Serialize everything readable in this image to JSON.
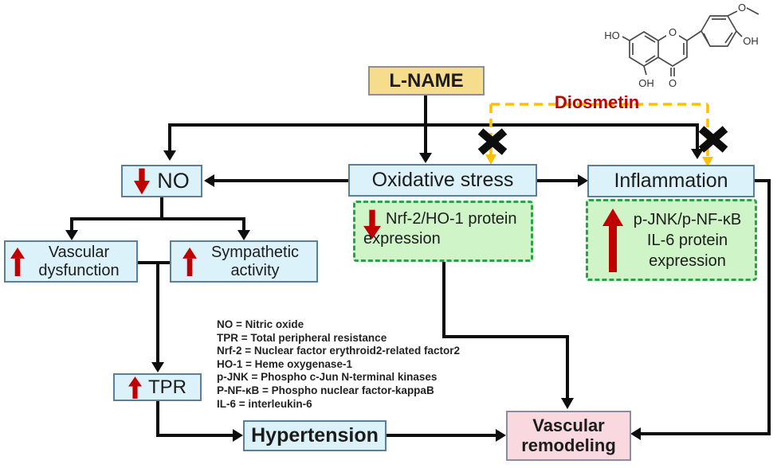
{
  "nodes": {
    "l_name": {
      "label": "L-NAME"
    },
    "diosmetin": {
      "label": "Diosmetin"
    },
    "no": {
      "label": "NO",
      "direction": "down"
    },
    "oxidative_stress": {
      "label": "Oxidative stress"
    },
    "inflammation": {
      "label": "Inflammation"
    },
    "nrf2": {
      "line1": "Nrf-2/HO-1 protein",
      "line2": "expression",
      "direction": "down"
    },
    "pjnk": {
      "line1": "p-JNK/p-NF-κB",
      "line2": "IL-6 protein",
      "line3": "expression",
      "direction": "up"
    },
    "vascular_dysfunction": {
      "line1": "Vascular",
      "line2": "dysfunction",
      "direction": "up"
    },
    "sympathetic_activity": {
      "line1": "Sympathetic",
      "line2": "activity",
      "direction": "up"
    },
    "tpr": {
      "label": "TPR",
      "direction": "up"
    },
    "hypertension": {
      "label": "Hypertension"
    },
    "vascular_remodeling": {
      "line1": "Vascular",
      "line2": "remodeling"
    }
  },
  "legend": {
    "lines": [
      "NO = Nitric oxide",
      "TPR = Total peripheral resistance",
      "Nrf-2 = Nuclear factor erythroid2-related factor2",
      "HO-1 = Heme oxygenase-1",
      "p-JNK = Phospho c-Jun N-terminal kinases",
      "P-NF-κB = Phospho nuclear factor-kappaB",
      "IL-6 = interleukin-6"
    ]
  },
  "structure": {
    "labels": {
      "ho": "HO",
      "ring_o": "O",
      "oh_c5": "OH",
      "carbonyl_o": "O",
      "methoxy_o": "O",
      "oh_b": "OH"
    }
  },
  "colors": {
    "box_blue": "#dcf2fa",
    "box_tan": "#f6dc8d",
    "box_green": "#cef4c7",
    "green_border": "#28a348",
    "box_pink": "#f9d8df",
    "arrow_red": "#c00000",
    "diosmetin_yellow": "#ffc000",
    "line_black": "#0d0d0d"
  }
}
